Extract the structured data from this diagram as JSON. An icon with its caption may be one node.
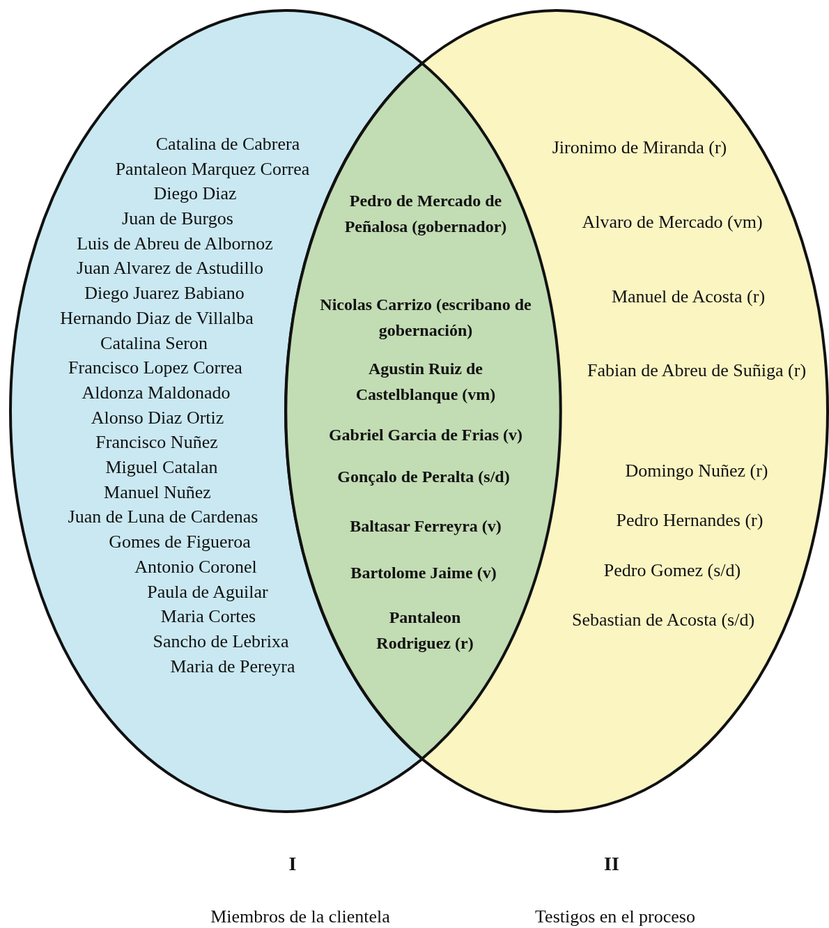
{
  "diagram": {
    "nodes": [
      {
        "text": [
          "Catalina de Cabrera",
          "Pantaleon Marquez Correa",
          "Diego Diaz",
          "Juan de Burgos",
          "Luis de Abreu de Albornoz",
          "Juan Alvarez de Astudillo",
          "Diego Juarez Babiano",
          "Hernando Diaz de Villalba",
          "Catalina Seron",
          "Francisco Lopez Correa",
          "Aldonza Maldonado",
          "Alonso Diaz Ortiz",
          "Francisco Nuñez",
          "Miguel Catalan",
          "Manuel Nuñez",
          "Juan de Luna de Cardenas",
          "Gomes de Figueroa",
          "Antonio Coronel",
          "Paula de Aguilar",
          "Maria Cortes",
          "Sancho de Lebrixa",
          "Maria de Pereyra"
        ],
        "beside": [
          "I",
          "Miembros de la clientela"
        ]
      },
      {
        "text": [
          "Jironimo de Miranda (r)",
          "Alvaro de Mercado (vm)",
          "Manuel de Acosta (r)",
          "Fabian de Abreu de Suñiga (r)",
          "Domingo Nuñez (r)",
          "Pedro Hernandes (r)",
          "Pedro Gomez (s/d)",
          "Sebastian de Acosta (s/d)"
        ],
        "beside": [
          "II",
          "Testigos en el proceso"
        ]
      },
      {
        "text": [
          "Pedro de Mercado de Peñalosa (gobernador)",
          "Nicolas Carrizo (escribano de gobernación)",
          "Agustin Ruiz de Castelblanque (vm)",
          "Gabriel Garcia de Frias (v)",
          "Gonçalo de Peralta (s/d)",
          "Baltasar Ferreyra (v)",
          "Bartolome Jaime (v)",
          "Pantaleon Rodriguez (r)"
        ]
      }
    ]
  }
}
